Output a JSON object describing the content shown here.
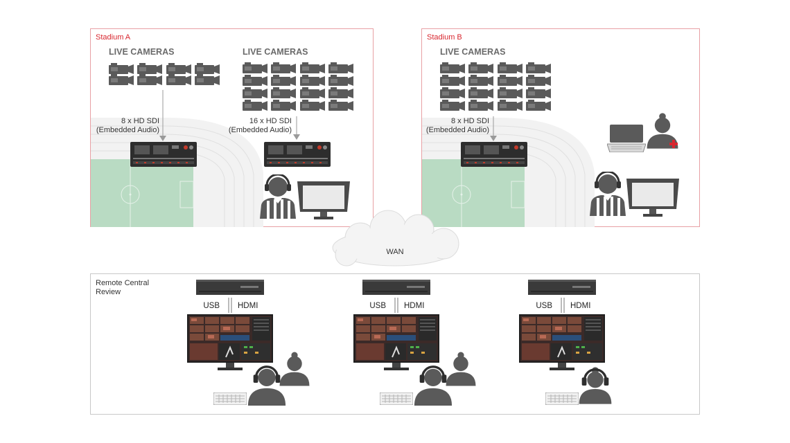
{
  "stadium_a": {
    "title": "Stadium A",
    "group1": {
      "header": "LIVE CAMERAS",
      "link_line1": "8 x HD SDI",
      "link_line2": "(Embedded Audio)"
    },
    "group2": {
      "header": "LIVE CAMERAS",
      "link_line1": "16 x HD SDI",
      "link_line2": "(Embedded Audio)"
    }
  },
  "stadium_b": {
    "title": "Stadium B",
    "group1": {
      "header": "LIVE CAMERAS",
      "link_line1": "8 x HD SDI",
      "link_line2": "(Embedded Audio)"
    }
  },
  "network": {
    "cloud_label": "WAN"
  },
  "remote": {
    "title_line1": "Remote Central",
    "title_line2": "Review",
    "stations": [
      {
        "usb_label": "USB",
        "hdmi_label": "HDMI"
      },
      {
        "usb_label": "USB",
        "hdmi_label": "HDMI"
      },
      {
        "usb_label": "USB",
        "hdmi_label": "HDMI"
      }
    ]
  },
  "colors": {
    "frame_red": "#e8a0a4",
    "title_red": "#d8262e",
    "pitch_green": "#b9dbc3",
    "device_dark": "#3a3a3a",
    "icon_gray": "#5a5a5a"
  },
  "icons": [
    "camera-icon",
    "server-icon",
    "monitor-icon",
    "referee-icon",
    "laptop-icon",
    "medic-icon",
    "operator-icon",
    "keyboard-icon",
    "cloud-icon",
    "pc-tower-icon"
  ]
}
